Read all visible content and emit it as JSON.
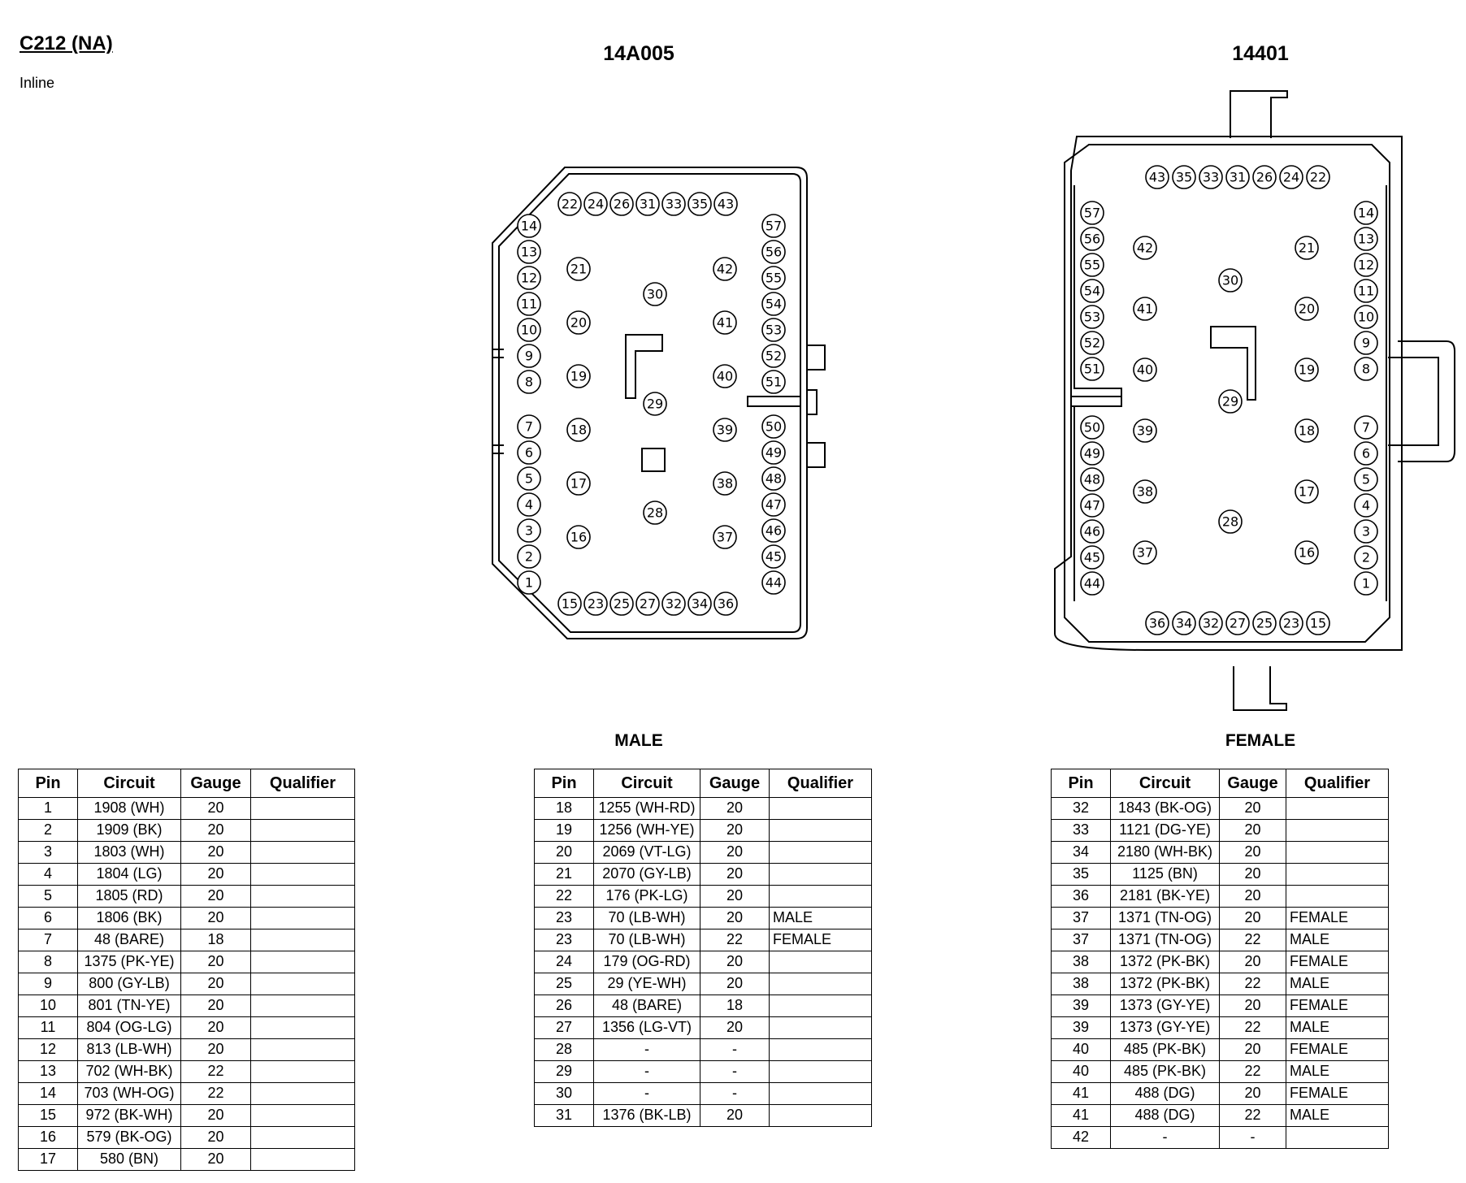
{
  "header": {
    "title": "C212 (NA)",
    "subtitle": "Inline"
  },
  "connectors": {
    "male": {
      "part": "14A005",
      "label": "MALE"
    },
    "female": {
      "part": "14401",
      "label": "FEMALE"
    }
  },
  "columns": {
    "pin": "Pin",
    "circuit": "Circuit",
    "gauge": "Gauge",
    "qualifier": "Qualifier"
  },
  "table1": [
    [
      "1",
      "1908 (WH)",
      "20",
      ""
    ],
    [
      "2",
      "1909 (BK)",
      "20",
      ""
    ],
    [
      "3",
      "1803 (WH)",
      "20",
      ""
    ],
    [
      "4",
      "1804 (LG)",
      "20",
      ""
    ],
    [
      "5",
      "1805 (RD)",
      "20",
      ""
    ],
    [
      "6",
      "1806 (BK)",
      "20",
      ""
    ],
    [
      "7",
      "48 (BARE)",
      "18",
      ""
    ],
    [
      "8",
      "1375 (PK-YE)",
      "20",
      ""
    ],
    [
      "9",
      "800 (GY-LB)",
      "20",
      ""
    ],
    [
      "10",
      "801 (TN-YE)",
      "20",
      ""
    ],
    [
      "11",
      "804 (OG-LG)",
      "20",
      ""
    ],
    [
      "12",
      "813 (LB-WH)",
      "20",
      ""
    ],
    [
      "13",
      "702 (WH-BK)",
      "22",
      ""
    ],
    [
      "14",
      "703 (WH-OG)",
      "22",
      ""
    ],
    [
      "15",
      "972 (BK-WH)",
      "20",
      ""
    ],
    [
      "16",
      "579 (BK-OG)",
      "20",
      ""
    ],
    [
      "17",
      "580 (BN)",
      "20",
      ""
    ]
  ],
  "table2": [
    [
      "18",
      "1255 (WH-RD)",
      "20",
      ""
    ],
    [
      "19",
      "1256 (WH-YE)",
      "20",
      ""
    ],
    [
      "20",
      "2069 (VT-LG)",
      "20",
      ""
    ],
    [
      "21",
      "2070 (GY-LB)",
      "20",
      ""
    ],
    [
      "22",
      "176 (PK-LG)",
      "20",
      ""
    ],
    [
      "23",
      "70 (LB-WH)",
      "20",
      "MALE"
    ],
    [
      "23",
      "70 (LB-WH)",
      "22",
      "FEMALE"
    ],
    [
      "24",
      "179 (OG-RD)",
      "20",
      ""
    ],
    [
      "25",
      "29 (YE-WH)",
      "20",
      ""
    ],
    [
      "26",
      "48 (BARE)",
      "18",
      ""
    ],
    [
      "27",
      "1356 (LG-VT)",
      "20",
      ""
    ],
    [
      "28",
      "-",
      "-",
      ""
    ],
    [
      "29",
      "-",
      "-",
      ""
    ],
    [
      "30",
      "-",
      "-",
      ""
    ],
    [
      "31",
      "1376 (BK-LB)",
      "20",
      ""
    ]
  ],
  "table3": [
    [
      "32",
      "1843 (BK-OG)",
      "20",
      ""
    ],
    [
      "33",
      "1121 (DG-YE)",
      "20",
      ""
    ],
    [
      "34",
      "2180 (WH-BK)",
      "20",
      ""
    ],
    [
      "35",
      "1125 (BN)",
      "20",
      ""
    ],
    [
      "36",
      "2181 (BK-YE)",
      "20",
      ""
    ],
    [
      "37",
      "1371 (TN-OG)",
      "20",
      "FEMALE"
    ],
    [
      "37",
      "1371 (TN-OG)",
      "22",
      "MALE"
    ],
    [
      "38",
      "1372 (PK-BK)",
      "20",
      "FEMALE"
    ],
    [
      "38",
      "1372 (PK-BK)",
      "22",
      "MALE"
    ],
    [
      "39",
      "1373 (GY-YE)",
      "20",
      "FEMALE"
    ],
    [
      "39",
      "1373 (GY-YE)",
      "22",
      "MALE"
    ],
    [
      "40",
      "485 (PK-BK)",
      "20",
      "FEMALE"
    ],
    [
      "40",
      "485 (PK-BK)",
      "22",
      "MALE"
    ],
    [
      "41",
      "488 (DG)",
      "20",
      "FEMALE"
    ],
    [
      "41",
      "488 (DG)",
      "22",
      "MALE"
    ],
    [
      "42",
      "-",
      "-",
      ""
    ]
  ],
  "male_pins": {
    "left_col": [
      "14",
      "13",
      "12",
      "11",
      "10",
      "9",
      "8",
      "7",
      "6",
      "5",
      "4",
      "3",
      "2",
      "1"
    ],
    "right_col": [
      "57",
      "56",
      "55",
      "54",
      "53",
      "52",
      "51",
      "50",
      "49",
      "48",
      "47",
      "46",
      "45",
      "44"
    ],
    "top_row": [
      "22",
      "24",
      "26",
      "31",
      "33",
      "35",
      "43"
    ],
    "bottom_row": [
      "15",
      "23",
      "25",
      "27",
      "32",
      "34",
      "36"
    ],
    "inner_left": [
      "21",
      "20",
      "19",
      "18",
      "17",
      "16"
    ],
    "inner_right": [
      "42",
      "41",
      "40",
      "39",
      "38",
      "37"
    ],
    "center": [
      "30",
      "29",
      "28"
    ]
  },
  "female_pins": {
    "left_col": [
      "57",
      "56",
      "55",
      "54",
      "53",
      "52",
      "51",
      "50",
      "49",
      "48",
      "47",
      "46",
      "45",
      "44"
    ],
    "right_col": [
      "14",
      "13",
      "12",
      "11",
      "10",
      "9",
      "8",
      "7",
      "6",
      "5",
      "4",
      "3",
      "2",
      "1"
    ],
    "top_row": [
      "43",
      "35",
      "33",
      "31",
      "26",
      "24",
      "22"
    ],
    "bottom_row": [
      "36",
      "34",
      "32",
      "27",
      "25",
      "23",
      "15"
    ],
    "inner_left": [
      "42",
      "41",
      "40",
      "39",
      "38",
      "37"
    ],
    "inner_right": [
      "21",
      "20",
      "19",
      "18",
      "17",
      "16"
    ],
    "center": [
      "30",
      "29",
      "28"
    ]
  }
}
